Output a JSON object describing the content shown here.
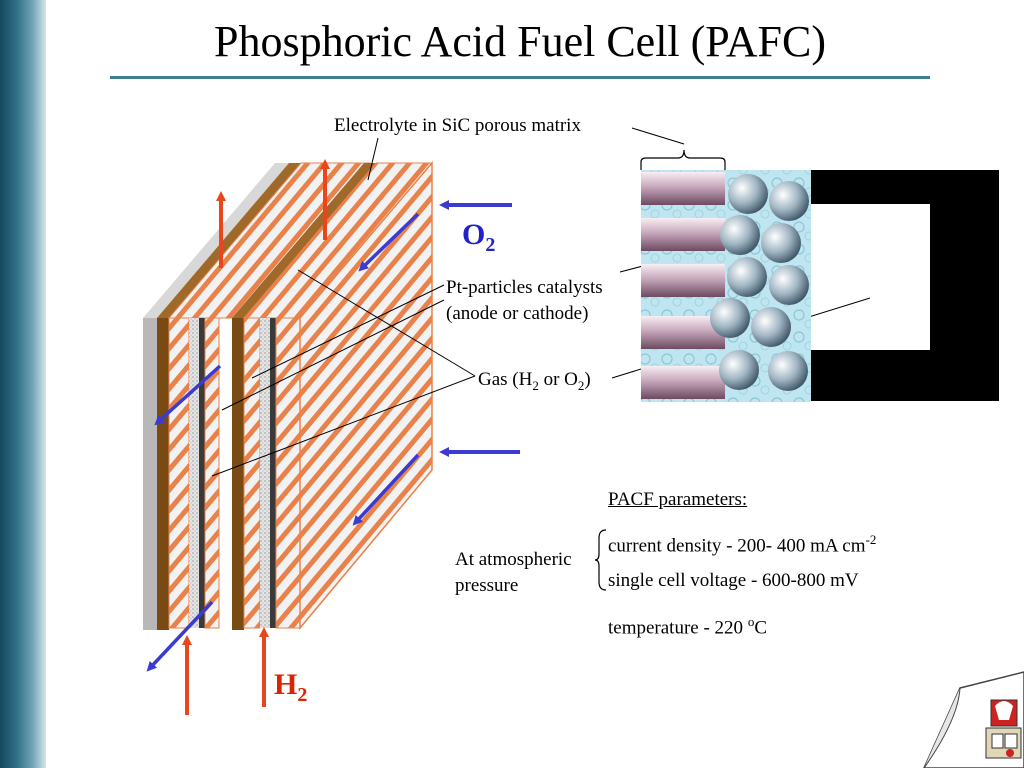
{
  "title": "Phosphoric Acid Fuel Cell (PAFC)",
  "labels": {
    "electrolyte": "Electrolyte in SiC porous matrix",
    "catalysts_line1": "Pt-particles catalysts",
    "catalysts_line2": "(anode or cathode)",
    "gas_prefix": "Gas (H",
    "gas_sub1": "2",
    "gas_mid": " or O",
    "gas_sub2": "2",
    "gas_suffix": ")",
    "o2_main": "O",
    "o2_sub": "2",
    "h2_main": "H",
    "h2_sub": "2"
  },
  "parameters": {
    "heading": "PACF parameters:",
    "condition_line1": "At atmospheric",
    "condition_line2": "pressure",
    "current_density": "current density - 200- 400 mA cm",
    "current_density_exp": "-2",
    "voltage": "single cell voltage - 600-800 mV",
    "temperature_prefix": "temperature - 220 ",
    "temperature_sup": "o",
    "temperature_unit": "C"
  },
  "colors": {
    "side_bar": "#2f6e85",
    "title_rule": "#3e7f96",
    "flow_arrow_up": "#e8461c",
    "flow_arrow_gas": "#3b3bd0",
    "o2_label": "#2222cc",
    "h2_label": "#dd2200",
    "electrode_stripe": "#e8824a",
    "plate_brown": "#7a4a14"
  }
}
